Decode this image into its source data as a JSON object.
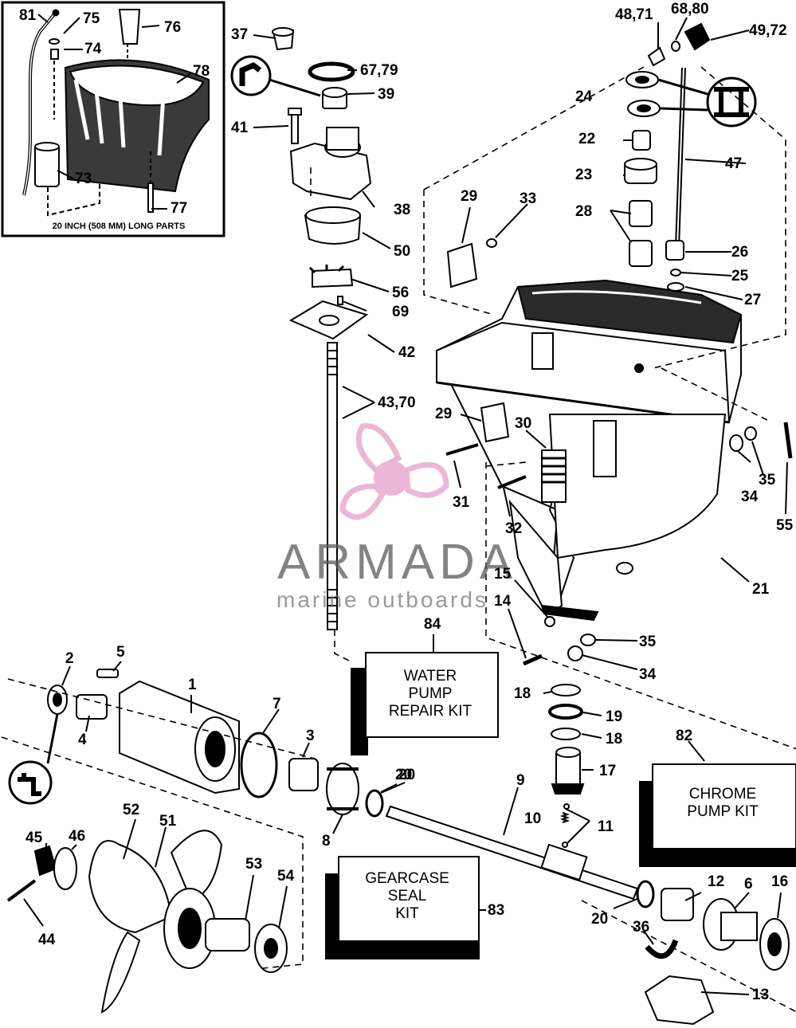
{
  "inset": {
    "caption": "20 INCH (508 MM) LONG PARTS"
  },
  "watermark": {
    "name": "ARMADA",
    "tagline": "marine outboards",
    "accent_color": "#e8a6cc"
  },
  "kits": [
    {
      "id": "84",
      "label": "WATER PUMP REPAIR KIT",
      "lines": [
        "WATER",
        "PUMP",
        "REPAIR KIT"
      ]
    },
    {
      "id": "82",
      "label": "CHROME PUMP KIT",
      "lines": [
        "CHROME",
        "PUMP KIT"
      ]
    },
    {
      "id": "83",
      "label": "GEARCASE SEAL KIT",
      "lines": [
        "GEARCASE",
        "SEAL",
        "KIT"
      ]
    }
  ],
  "part_labels": [
    "81",
    "75",
    "76",
    "74",
    "78",
    "73",
    "77",
    "37",
    "67,79",
    "39",
    "41",
    "38",
    "50",
    "56",
    "69",
    "42",
    "43,70",
    "48,71",
    "68,80",
    "49,72",
    "24",
    "22",
    "23",
    "47",
    "28",
    "26",
    "25",
    "27",
    "29",
    "33",
    "29",
    "30",
    "31",
    "32",
    "34",
    "35",
    "55",
    "21",
    "15",
    "14",
    "35",
    "34",
    "84",
    "18",
    "19",
    "18",
    "17",
    "82",
    "11",
    "10",
    "9",
    "20",
    "12",
    "6",
    "16",
    "20",
    "36",
    "13",
    "2",
    "5",
    "1",
    "7",
    "4",
    "3",
    "20",
    "8",
    "52",
    "51",
    "45",
    "46",
    "44",
    "53",
    "54",
    "83"
  ]
}
